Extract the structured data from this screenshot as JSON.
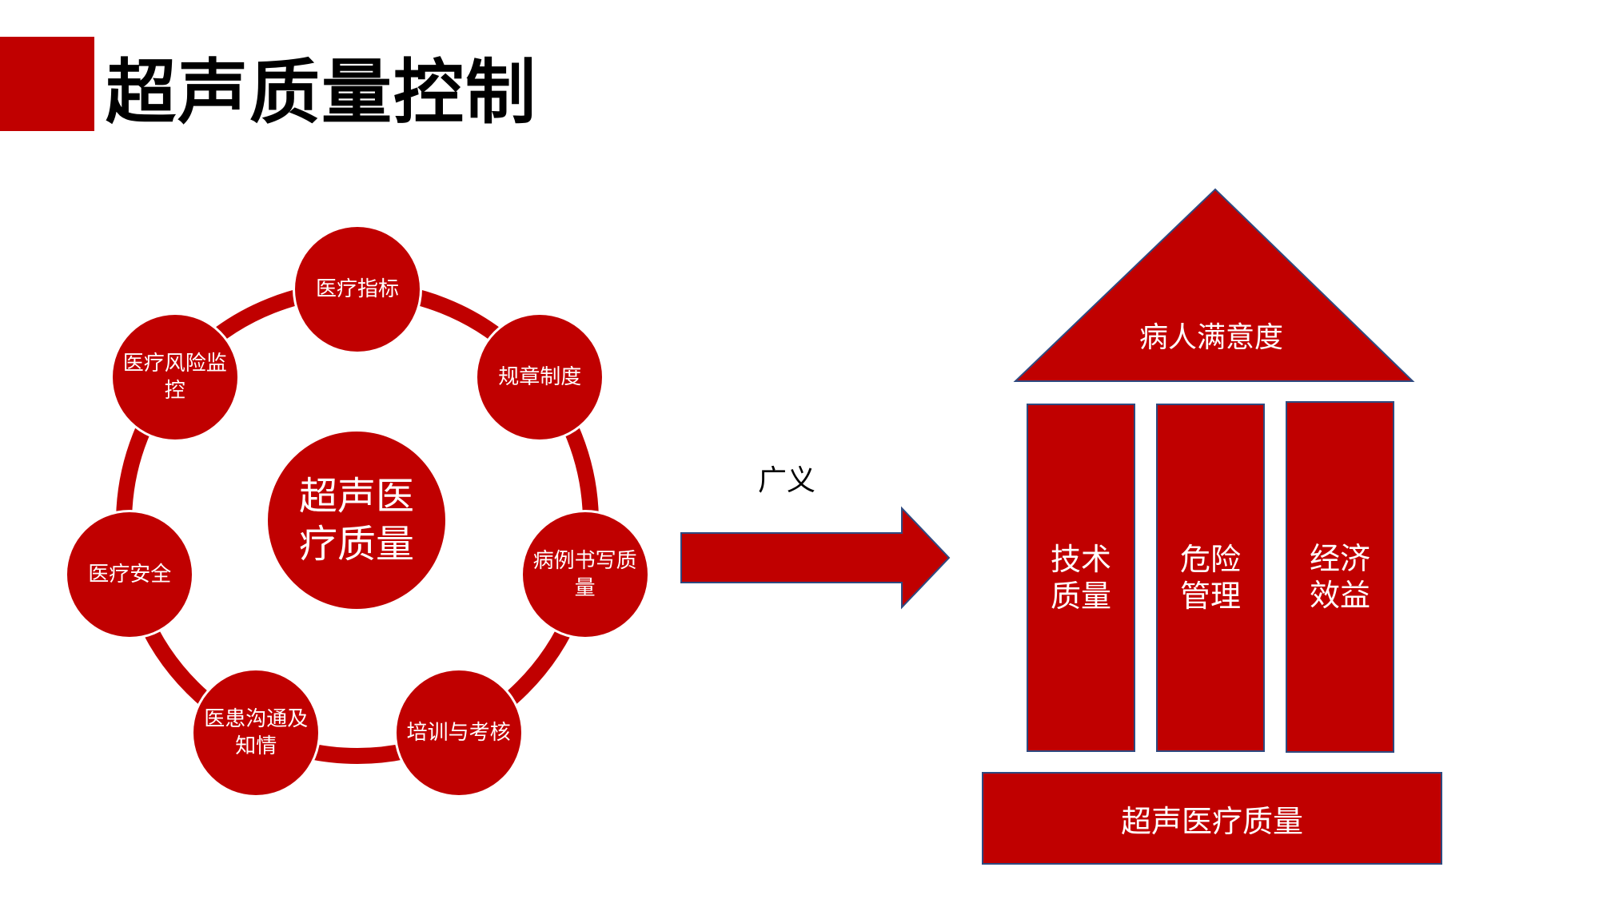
{
  "title": "超声质量控制",
  "colors": {
    "primary": "#c00000",
    "outline": "#2f4a80",
    "text_dark": "#000000"
  },
  "cycle": {
    "center": "超声医疗质量",
    "nodes": [
      "医疗指标",
      "规章制度",
      "病例书写质量",
      "培训与考核",
      "医患沟通及知情",
      "医疗安全",
      "医疗风险监控"
    ]
  },
  "arrow": {
    "label": "广义"
  },
  "house": {
    "roof": "病人满意度",
    "pillars": [
      "技术质量",
      "危险管理",
      "经济效益"
    ],
    "base": "超声医疗质量"
  }
}
